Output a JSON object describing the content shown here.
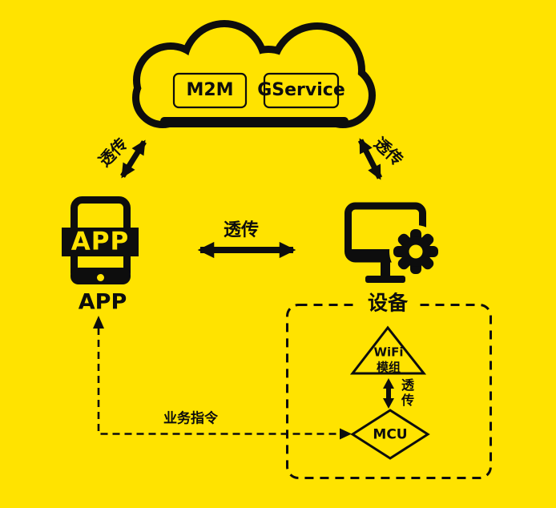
{
  "diagram": {
    "background_color": "#FFE300",
    "ink_color": "#0D0D0D",
    "cloud": {
      "services": [
        {
          "label": "M2M"
        },
        {
          "label": "GService"
        }
      ]
    },
    "nodes": {
      "app": {
        "icon_text": "APP",
        "label": "APP"
      },
      "device": {
        "label": "设备"
      },
      "wifi_module": {
        "label_line1": "WiFi",
        "label_line2": "模组"
      },
      "mcu": {
        "label": "MCU"
      }
    },
    "links": {
      "app_cloud": {
        "label": "透传",
        "style": "solid-double-arrow"
      },
      "cloud_device": {
        "label": "透传",
        "style": "solid-double-arrow"
      },
      "app_device": {
        "label": "透传",
        "style": "solid-double-arrow"
      },
      "wifi_mcu": {
        "label": "透传",
        "style": "solid-double-arrow"
      },
      "mcu_app": {
        "label": "业务指令",
        "style": "dashed-arrow"
      }
    }
  }
}
